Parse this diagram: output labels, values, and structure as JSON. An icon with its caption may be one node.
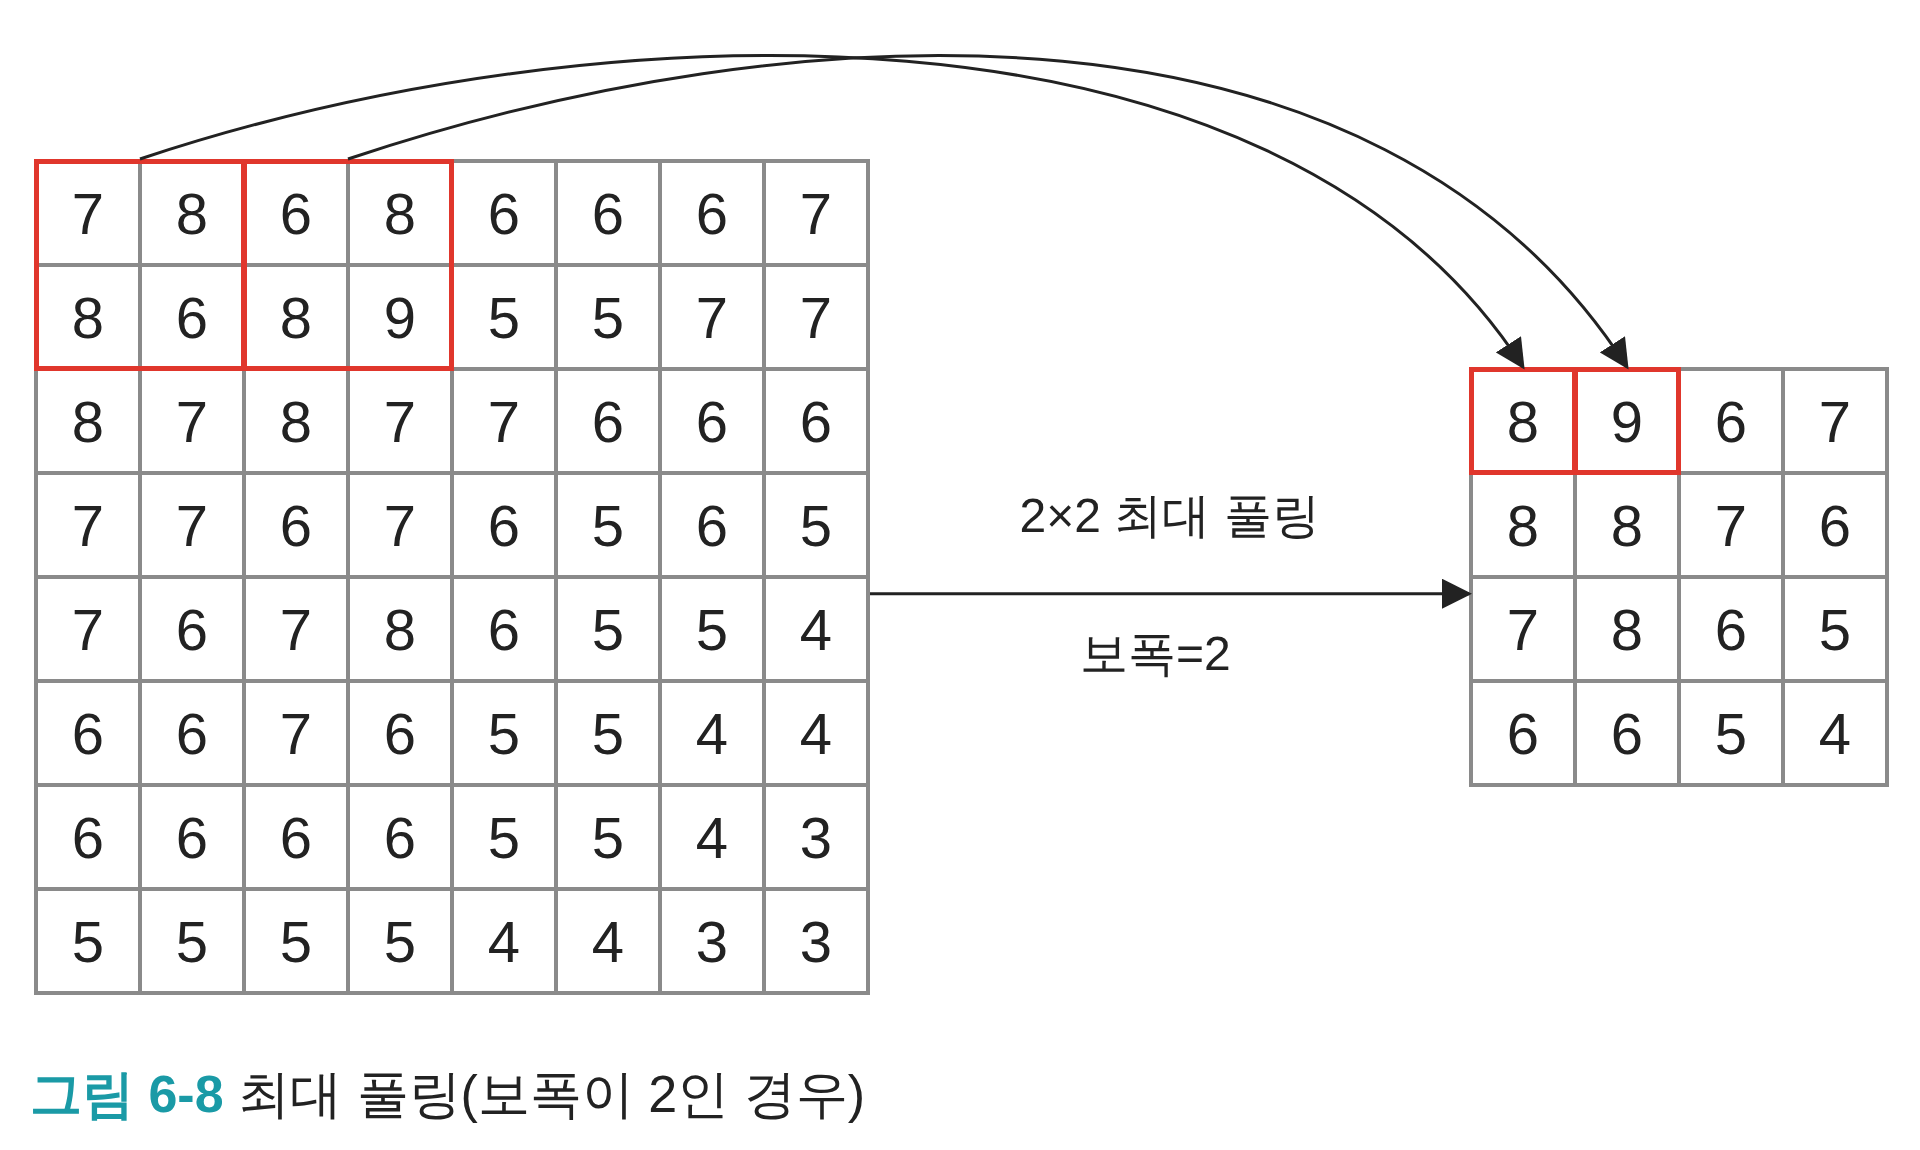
{
  "diagram": {
    "caption": "**그림 6-8** 최대 풀링(보폭이 2인 경우)",
    "nodes": [
      {
        "text": [],
        "shape": "box"
      },
      {
        "text": [],
        "shape": "box",
        "in": 0
      },
      {
        "text": [],
        "shape": "box",
        "in": 0
      },
      {
        "text": [],
        "shape": "box"
      },
      {
        "text": [
          "8"
        ],
        "in": 3
      },
      {
        "text": [
          "9"
        ],
        "in": 3
      }
    ],
    "edges": [
      {
        "from": 1,
        "to": 4,
        "arrow": "to"
      },
      {
        "from": 2,
        "to": 5,
        "arrow": "to"
      },
      {
        "from": 0,
        "to": 3,
        "arrow": "to",
        "label": "2×2 최대 풀링"
      }
    ],
    "labels": [
      "7",
      "8",
      "6",
      "8",
      "6",
      "6",
      "6",
      "7",
      "8",
      "6",
      "8",
      "9",
      "5",
      "5",
      "7",
      "7",
      "8",
      "7",
      "8",
      "7",
      "7",
      "6",
      "6",
      "6",
      "7",
      "7",
      "6",
      "7",
      "6",
      "5",
      "6",
      "5",
      "7",
      "6",
      "7",
      "8",
      "6",
      "5",
      "5",
      "4",
      "6",
      "6",
      "7",
      "6",
      "5",
      "5",
      "4",
      "4",
      "6",
      "6",
      "6",
      "6",
      "5",
      "5",
      "4",
      "3",
      "5",
      "5",
      "5",
      "5",
      "4",
      "4",
      "3",
      "3",
      "6",
      "7",
      "8",
      "8",
      "7",
      "6",
      "7",
      "8",
      "6",
      "5",
      "6",
      "6",
      "5",
      "4",
      "보폭=2"
    ]
  }
}
